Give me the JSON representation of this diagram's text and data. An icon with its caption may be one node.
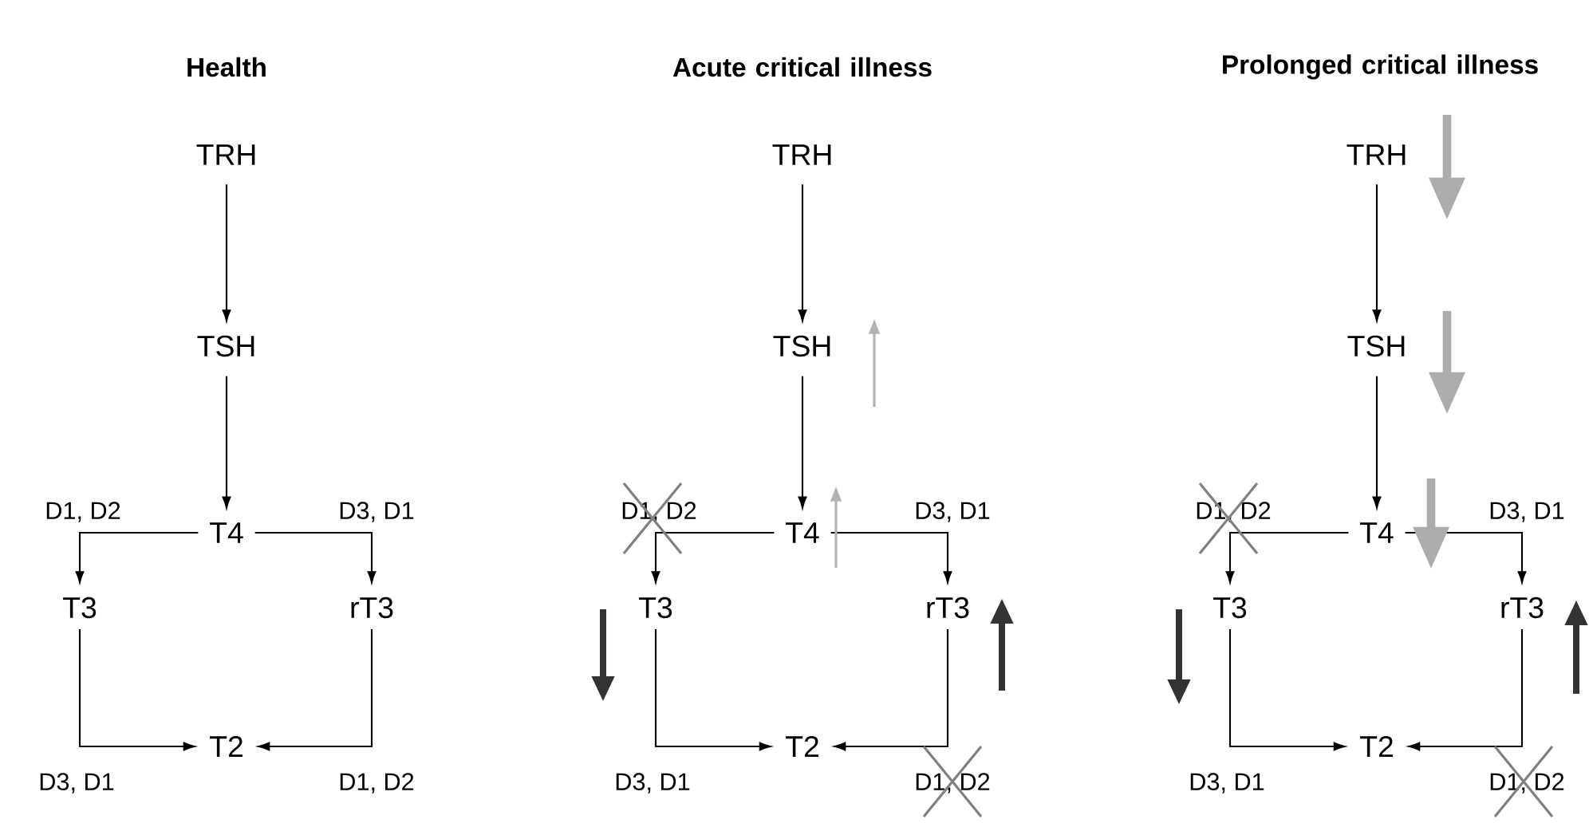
{
  "diagram": {
    "nodes": [
      {
        "text": [
          "TRH"
        ]
      },
      {
        "text": [
          "TSH"
        ]
      },
      {
        "text": [
          "T4"
        ]
      },
      {
        "text": [
          "T3"
        ]
      },
      {
        "text": [
          "rT3"
        ]
      },
      {
        "text": [
          "T2"
        ]
      },
      {
        "text": [
          "TRH"
        ]
      },
      {
        "text": [
          "TSH"
        ]
      },
      {
        "text": [
          "T4"
        ]
      },
      {
        "text": [
          "T3"
        ]
      },
      {
        "text": [
          "rT3"
        ]
      },
      {
        "text": [
          "T2"
        ]
      },
      {
        "text": [
          "TRH"
        ]
      },
      {
        "text": [
          "TSH"
        ]
      },
      {
        "text": [
          "T4"
        ]
      },
      {
        "text": [
          "T3"
        ]
      },
      {
        "text": [
          "rT3"
        ]
      },
      {
        "text": [
          "T2"
        ]
      }
    ],
    "edges": [
      {
        "from": 0,
        "to": 1,
        "arrow": "to"
      },
      {
        "from": 1,
        "to": 2,
        "arrow": "to"
      },
      {
        "from": 2,
        "to": 3,
        "arrow": "to",
        "label": "D1, D2"
      },
      {
        "from": 2,
        "to": 4,
        "arrow": "to",
        "label": "D3, D1"
      },
      {
        "from": 3,
        "to": 5,
        "arrow": "to",
        "label": "D3, D1"
      },
      {
        "from": 4,
        "to": 5,
        "arrow": "to",
        "label": "D1, D2"
      },
      {
        "from": 6,
        "to": 7,
        "arrow": "to"
      },
      {
        "from": 7,
        "to": 8,
        "arrow": "to"
      },
      {
        "from": 8,
        "to": 9,
        "arrow": "to",
        "label": "D1, D2"
      },
      {
        "from": 8,
        "to": 10,
        "arrow": "to",
        "label": "D3, D1"
      },
      {
        "from": 9,
        "to": 11,
        "arrow": "to",
        "label": "D3, D1"
      },
      {
        "from": 10,
        "to": 11,
        "arrow": "to",
        "label": "D1, D2"
      },
      {
        "from": 12,
        "to": 13,
        "arrow": "to"
      },
      {
        "from": 13,
        "to": 14,
        "arrow": "to"
      },
      {
        "from": 14,
        "to": 15,
        "arrow": "to",
        "label": "D1, D2"
      },
      {
        "from": 14,
        "to": 16,
        "arrow": "to",
        "label": "D3, D1"
      },
      {
        "from": 15,
        "to": 17,
        "arrow": "to",
        "label": "D3, D1"
      },
      {
        "from": 16,
        "to": 17,
        "arrow": "to",
        "label": "D1, D2"
      }
    ],
    "labels": [
      "Health",
      "Acute critical illness",
      "Prolonged critical illness"
    ]
  }
}
